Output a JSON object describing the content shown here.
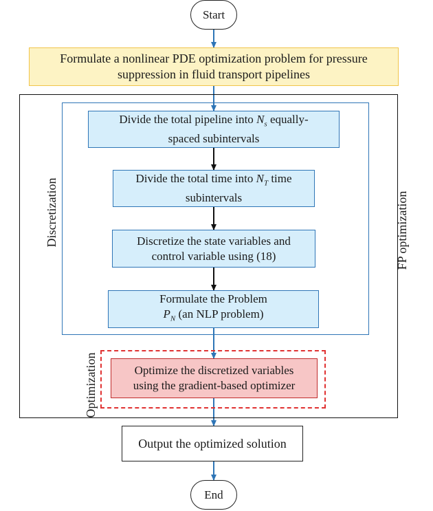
{
  "start": "Start",
  "end": "End",
  "problem": {
    "line1": "Formulate a nonlinear PDE optimization problem for pressure",
    "line2": "suppression in fluid transport pipelines"
  },
  "fp_label": "FP optimization",
  "discretization_label": "Discretization",
  "optimization_label": "Optimization",
  "step1": {
    "pre": "Divide the total pipeline into ",
    "sym": "N",
    "sub": "s",
    "post": " equally-",
    "line2": "spaced subintervals"
  },
  "step2": {
    "pre": "Divide the total time into ",
    "sym": "N",
    "sub": "T",
    "post": " time",
    "line2": "subintervals"
  },
  "step3": {
    "line1": "Discretize the state variables and",
    "line2": "control variable using (18)"
  },
  "step4": {
    "line1": "Formulate the Problem",
    "sym": "P",
    "sub": "N",
    "post": " (an NLP problem)"
  },
  "optimize": {
    "line1": "Optimize the discretized variables",
    "line2": "using the gradient-based optimizer"
  },
  "output": "Output the optimized solution",
  "colors": {
    "blue_arrow": "#2e75b6",
    "black_arrow": "#111111",
    "dashed_red": "#e03131",
    "step_fill": "#d6eefb",
    "problem_fill": "#fdf3c4",
    "optimize_fill": "#f7c6c6"
  }
}
